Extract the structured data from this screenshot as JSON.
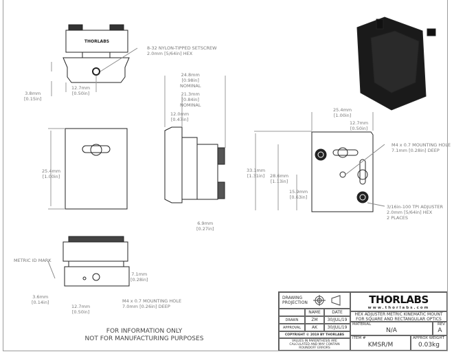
{
  "dimensions": {
    "setscrew_note": [
      "8-32 NYLON-TIPPED SETSCREW",
      "2.0mm [5/64in] HEX"
    ],
    "top_width": [
      "12.7mm",
      "[0.50in]"
    ],
    "top_height": [
      "3.8mm",
      "[0.15in]"
    ],
    "side_24_8": [
      "24.8mm",
      "[0.98in]",
      "NOMINAL"
    ],
    "side_21_3": [
      "21.3mm",
      "[0.84in]",
      "NOMINAL"
    ],
    "side_12_0": [
      "12.0mm",
      "[0.47in]"
    ],
    "side_6_9": [
      "6.9mm",
      "[0.27in]"
    ],
    "front_height": [
      "25.4mm",
      "[1.00in]"
    ],
    "rear_width": [
      "25.4mm",
      "[1.00in]"
    ],
    "rear_offset": [
      "12.7mm",
      "[0.50in]"
    ],
    "rear_33_1": [
      "33.1mm",
      "[1.31in]"
    ],
    "rear_28_6": [
      "28.6mm",
      "[1.13in]"
    ],
    "rear_15_9": [
      "15.9mm",
      "[0.63in]"
    ],
    "rear_mount_note": [
      "M4 x 0.7 MOUNTING HOLE",
      "7.1mm [0.28in] DEEP"
    ],
    "adjuster_note": [
      "3/16in-100 TPI ADJUSTER",
      "2.0mm [5/64in] HEX",
      "2 PLACES"
    ],
    "metric_id": "METRIC ID MARK",
    "bottom_7_1": [
      "7.1mm",
      "[0.28in]"
    ],
    "bottom_3_6": [
      "3.6mm",
      "[0.14in]"
    ],
    "bottom_12_7": [
      "12.7mm",
      "[0.50in]"
    ],
    "bottom_mount_note": [
      "M4 x 0.7 MOUNTING HOLE",
      "7.0mm [0.26in] DEEP"
    ]
  },
  "engraving": "THORLABS",
  "notice": [
    "FOR INFORMATION ONLY",
    "NOT FOR MANUFACTURING PURPOSES"
  ],
  "title_block": {
    "projection_label": "DRAWING PROJECTION",
    "name_header": "NAME",
    "date_header": "DATE",
    "drawn_label": "DRAWN",
    "drawn_name": "ZM",
    "drawn_date": "30/JUL/19",
    "approval_label": "APPROVAL",
    "approval_name": "AK",
    "approval_date": "30/JUL/19",
    "copyright": "COPYRIGHT © 2019 BY THORLABS",
    "values_note": "VALUES IN PARENTHESIS ARE CALCULATED AND MAY CONTAIN ROUNDOFF ERRORS",
    "logo": "THORLABS",
    "website": "www.thorlabs.com",
    "description": "HEX ADJUSTER METRIC KINEMATIC MOUNT FOR SQUARE AND RECTANGULAR OPTICS",
    "material_label": "MATERIAL",
    "material": "N/A",
    "rev_label": "REV",
    "rev": "A",
    "item_label": "ITEM #",
    "item": "KMSR/M",
    "weight_label": "APPROX WEIGHT",
    "weight": "0.03kg"
  }
}
